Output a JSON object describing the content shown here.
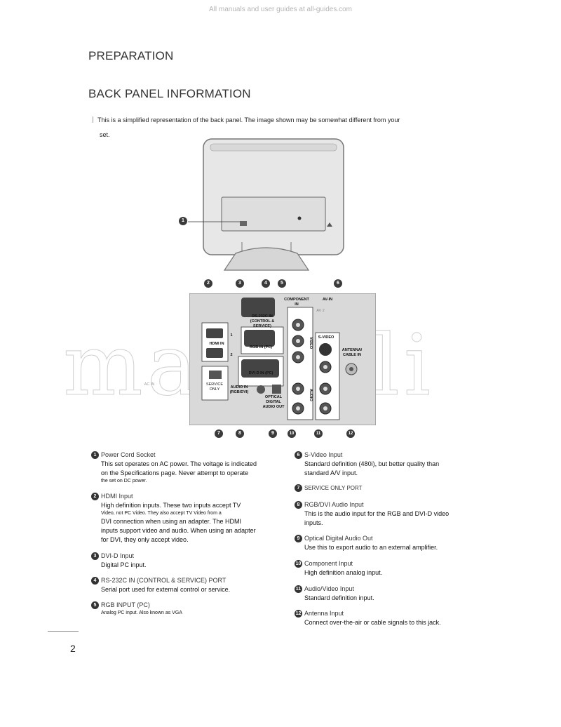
{
  "header": {
    "watermark": "All manuals and user guides at all-guides.com"
  },
  "section_title": "PREPARATION",
  "page_title": "BACK PANEL INFORMATION",
  "intro": {
    "line1": "This is a simplified representation of the back panel. The image shown may be somewhat different from your",
    "line2": "set."
  },
  "watermark_big": "manuali",
  "diagram": {
    "labels": {
      "component_in": "COMPONENT IN",
      "av_in": "AV-IN",
      "av2": "AV 2",
      "rs232c": "RS-232C IN (CONTROL & SERVICE)",
      "hdmi_in": "HDMI IN",
      "hdmi_1": "1",
      "hdmi_2": "2",
      "rgb_in": "RGB IN (PC)",
      "dvi_in": "DVI-D IN (PC)",
      "service": "SERVICE ONLY",
      "audio_in": "AUDIO IN (RGB/DVI)",
      "optical": "OPTICAL DIGITAL AUDIO OUT",
      "svideo": "S-VIDEO",
      "antenna": "ANTENNA/ CABLE IN",
      "ac_in": "AC IN",
      "video": "VIDEO",
      "audio": "AUDIO"
    },
    "callouts": [
      "1",
      "2",
      "3",
      "4",
      "5",
      "6",
      "7",
      "8",
      "9",
      "10",
      "11",
      "12"
    ]
  },
  "items_left": [
    {
      "num": "1",
      "title": "Power Cord Socket",
      "lines": [
        "This set operates on AC power. The voltage is indicated",
        "on the Specifications page. Never attempt to operate"
      ],
      "small": [
        "the set on DC power."
      ]
    },
    {
      "num": "2",
      "title": "HDMI Input",
      "lines": [
        "High definition inputs. These two inputs accept TV"
      ],
      "small": [
        "Video, not PC Video. They also accept TV Video from a"
      ],
      "lines2": [
        "DVI connection when using an adapter. The HDMI",
        "inputs support video and audio. When using an adapter",
        "for DVI, they only accept video."
      ]
    },
    {
      "num": "3",
      "title": "DVI-D Input",
      "lines": [
        "Digital PC input."
      ]
    },
    {
      "num": "4",
      "title": "RS-232C IN (CONTROL & SERVICE) PORT",
      "lines": [
        "Serial port used for external control or service."
      ]
    },
    {
      "num": "5",
      "title": "RGB INPUT (PC)",
      "small": [
        "Analog PC input. Also known as VGA"
      ]
    }
  ],
  "items_right": [
    {
      "num": "6",
      "title": "S-Video Input",
      "lines": [
        "Standard definition (480i), but better quality than",
        "standard A/V input."
      ]
    },
    {
      "num": "7",
      "title": "SERVICE ONLY PORT"
    },
    {
      "num": "8",
      "title": "RGB/DVI Audio Input",
      "lines": [
        "This is the audio input for the RGB and DVI-D video",
        "inputs."
      ]
    },
    {
      "num": "9",
      "title": "Optical Digital Audio Out",
      "lines": [
        "Use this to export audio to an external amplifier."
      ]
    },
    {
      "num": "10",
      "title": "Component Input",
      "lines": [
        "High definition analog input."
      ]
    },
    {
      "num": "11",
      "title": "Audio/Video Input",
      "lines": [
        "Standard definition input."
      ]
    },
    {
      "num": "12",
      "title": "Antenna Input",
      "lines": [
        "Connect over-the-air or cable signals to this jack."
      ]
    }
  ],
  "page_number": "2"
}
